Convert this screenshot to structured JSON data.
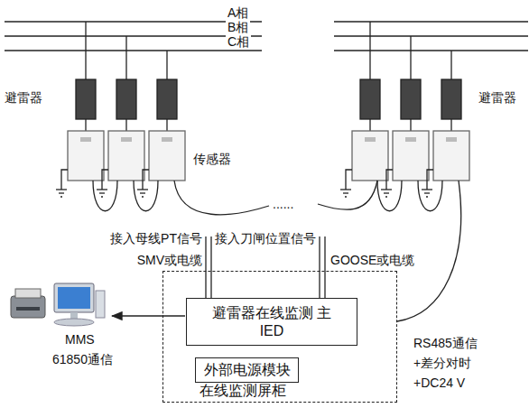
{
  "diagram": {
    "nodes": [
      {
        "text": [
          "在线监测屏柜"
        ]
      },
      {
        "text": [
          "避雷器在线监测 主IED"
        ],
        "in": 0
      },
      {
        "text": [
          "外部电源模块"
        ],
        "in": 0
      }
    ],
    "labels": [
      "A相",
      "B相",
      "C相",
      "避雷器",
      "避雷器",
      "传感器",
      "......",
      "接入母线PT信号",
      "SMV或电缆",
      "接入刀闸位置信号",
      "GOOSE或电缆",
      "MMS",
      "61850通信",
      "RS485通信",
      "+差分对时",
      "+DC24 V"
    ]
  }
}
